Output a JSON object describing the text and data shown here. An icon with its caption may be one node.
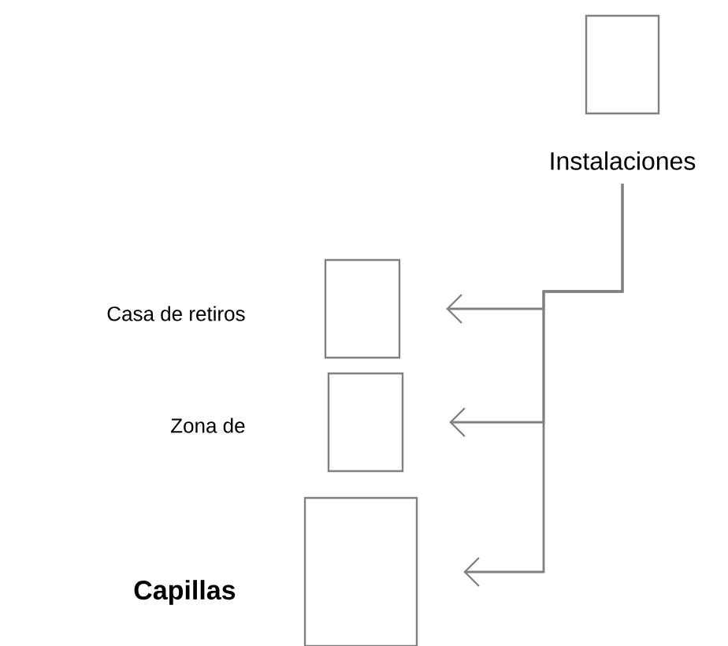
{
  "diagram": {
    "nodes": [
      {
        "text": [
          "Instalaciones"
        ]
      },
      {
        "text": [
          "Casa de retiros"
        ]
      },
      {
        "text": [
          "Zona de"
        ]
      },
      {
        "text": [
          "Capillas"
        ]
      }
    ],
    "edges": [
      {
        "from": 0,
        "to": 1,
        "arrow": "to"
      },
      {
        "from": 0,
        "to": 2,
        "arrow": "to"
      },
      {
        "from": 0,
        "to": 3,
        "arrow": "to"
      }
    ]
  }
}
